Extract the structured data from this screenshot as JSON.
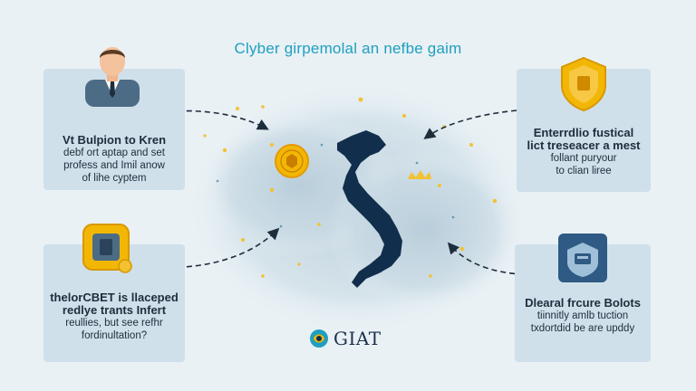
{
  "title": "Clyber girpemolal an nefbe gaim",
  "cards": {
    "top_left": {
      "lines": [
        "Vt Bulpion to Kren",
        "debf ort aptap and set",
        "profess and Imil anow",
        "of lihe cyptem"
      ]
    },
    "bottom_left": {
      "lines": [
        "thelorCBET is llaceped",
        "redlye trants Infert",
        "reullies, but see refhr",
        "fordinultation?"
      ]
    },
    "top_right": {
      "lines": [
        "Enterrdlio fustical",
        "lict treseacer a mest",
        "follant puryour",
        "to clian liree"
      ]
    },
    "bottom_right": {
      "lines": [
        "Dlearal frcure Bolots",
        "tiinnitly amlb tuction",
        "txdortdid be are upddy"
      ]
    }
  },
  "logo": {
    "text": "GIAT"
  },
  "colors": {
    "accent": "#1f9fbf",
    "card": "#cfe0ea",
    "map": "#122e4d",
    "gold": "#f2b705"
  },
  "icons": [
    "businessman-icon",
    "shield-icon",
    "security-chip-icon",
    "vault-icon",
    "coin-icon",
    "crown-icon"
  ]
}
